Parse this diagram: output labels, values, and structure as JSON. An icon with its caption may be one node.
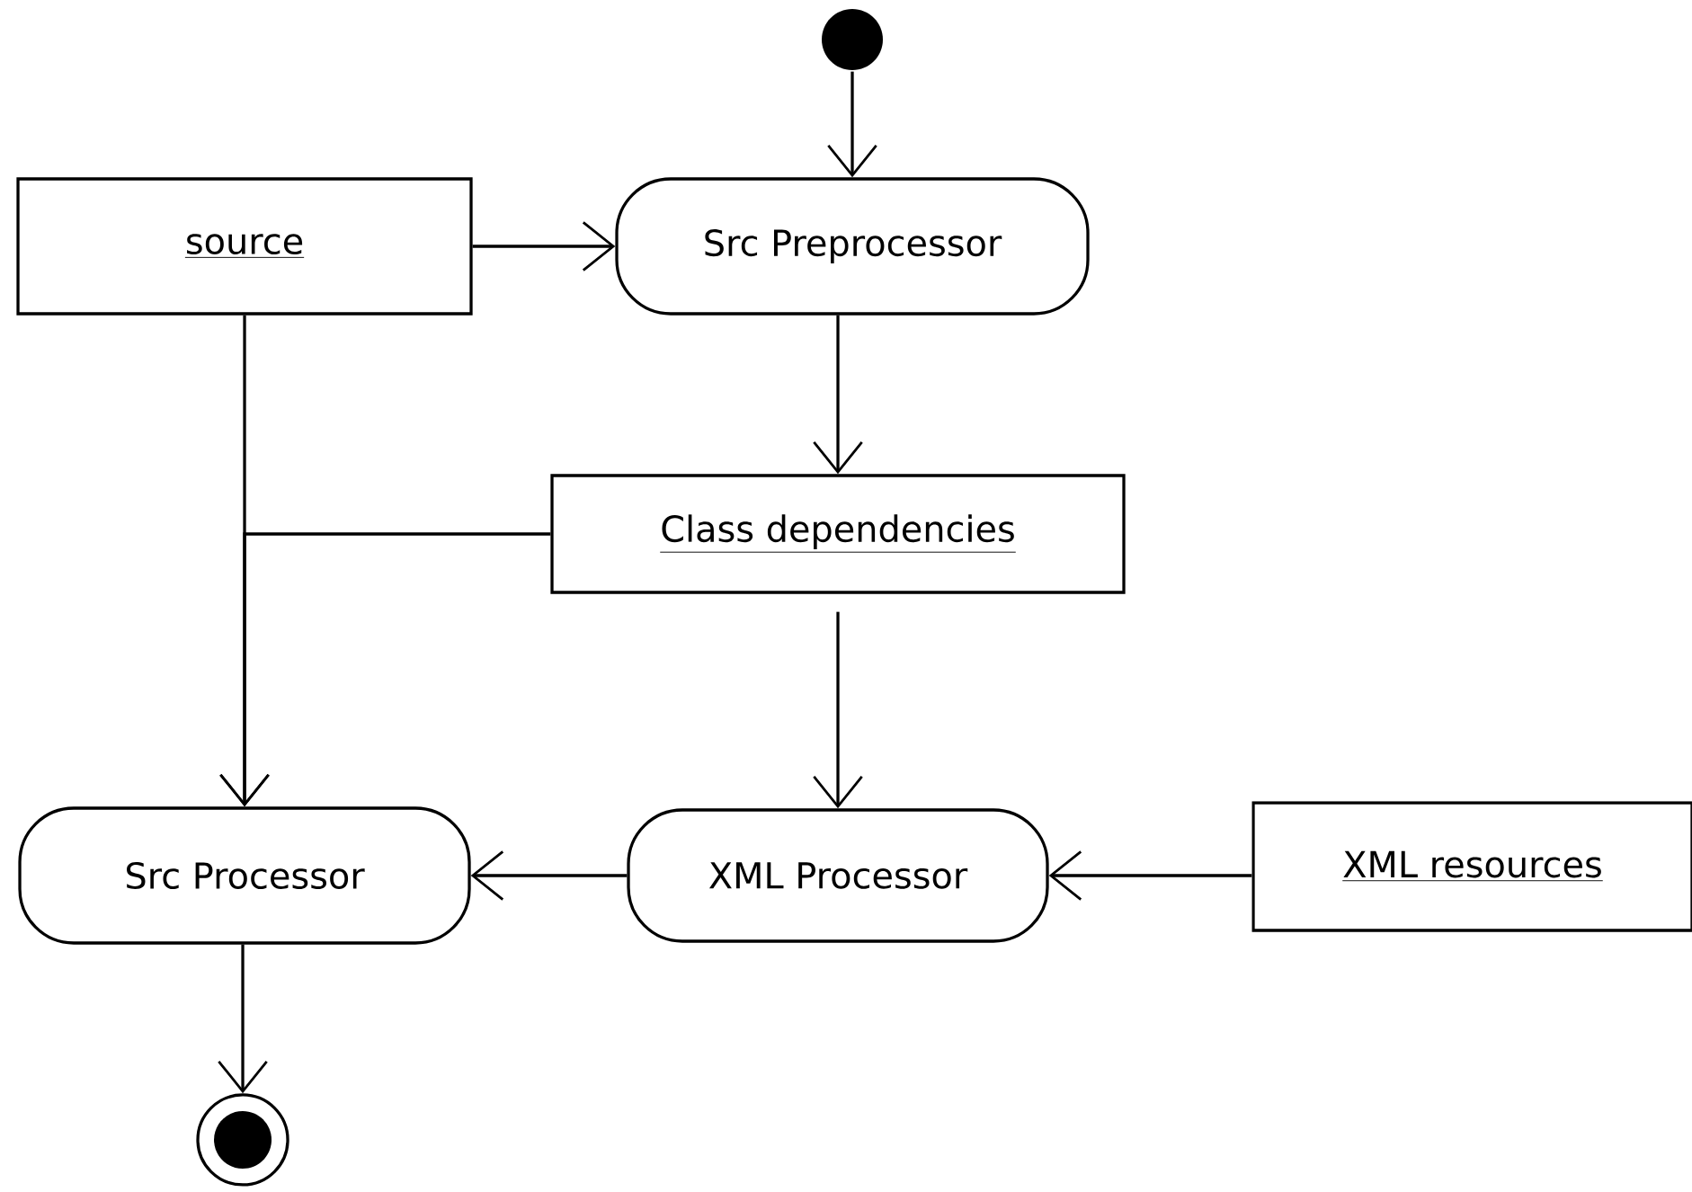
{
  "diagram": {
    "nodes": [
      {
        "text": [],
        "shape": "circle"
      },
      {
        "text": [
          "source"
        ]
      },
      {
        "text": [
          "Src Preprocessor"
        ]
      },
      {
        "text": [
          "Class dependencies"
        ]
      },
      {
        "text": [
          "Src Processor"
        ]
      },
      {
        "text": [
          "XML Processor"
        ]
      },
      {
        "text": [
          "XML resources"
        ]
      },
      {
        "text": [],
        "shape": "circle"
      }
    ],
    "edges": [
      {
        "from": 0,
        "to": 2,
        "arrow": "to"
      },
      {
        "from": 1,
        "to": 2,
        "arrow": "to"
      },
      {
        "from": 2,
        "to": 3,
        "arrow": "to"
      },
      {
        "from": 1,
        "to": 4,
        "arrow": "to"
      },
      {
        "from": 3,
        "to": 4,
        "arrow": "to"
      },
      {
        "from": 3,
        "to": 5,
        "arrow": "to"
      },
      {
        "from": 6,
        "to": 5,
        "arrow": "to"
      },
      {
        "from": 5,
        "to": 4,
        "arrow": "to"
      },
      {
        "from": 4,
        "to": 7,
        "arrow": "to"
      }
    ]
  }
}
